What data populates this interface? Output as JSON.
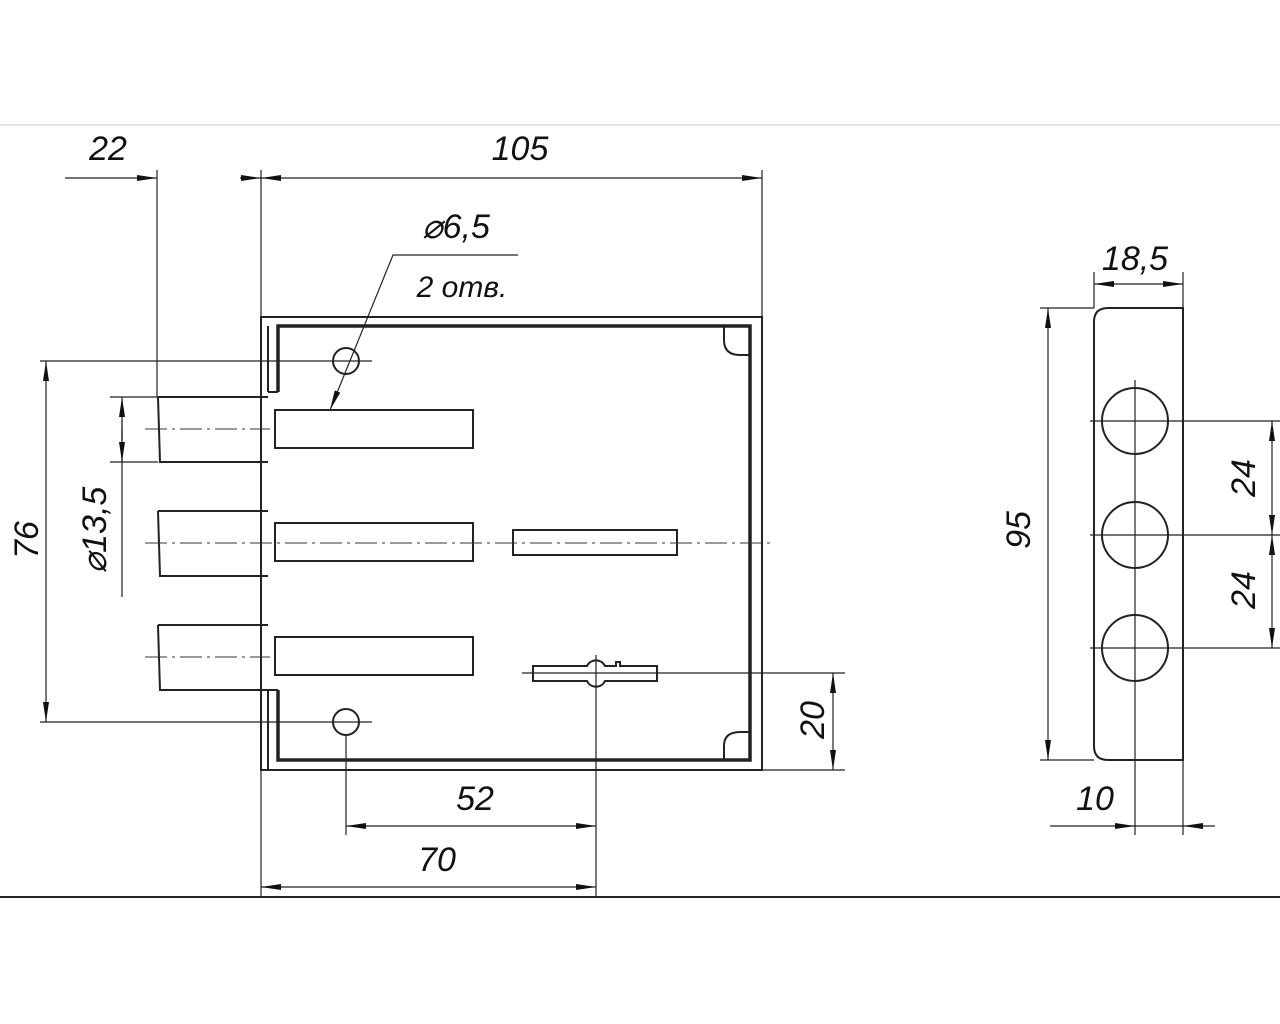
{
  "drawing": {
    "front_view": {
      "dim_bolt_projection": "22",
      "dim_width": "105",
      "hole_diameter": "⌀6,5",
      "hole_count": "2 отв.",
      "dim_hole_spacing": "76",
      "bolt_diameter": "⌀13,5",
      "dim_key_height": "20",
      "dim_hole_to_key": "52",
      "dim_backset": "70"
    },
    "side_view": {
      "dim_thickness": "18,5",
      "dim_height": "95",
      "dim_bolt_offset": "10",
      "dim_bolt_pitch_top": "24",
      "dim_bolt_pitch_bottom": "24"
    }
  }
}
